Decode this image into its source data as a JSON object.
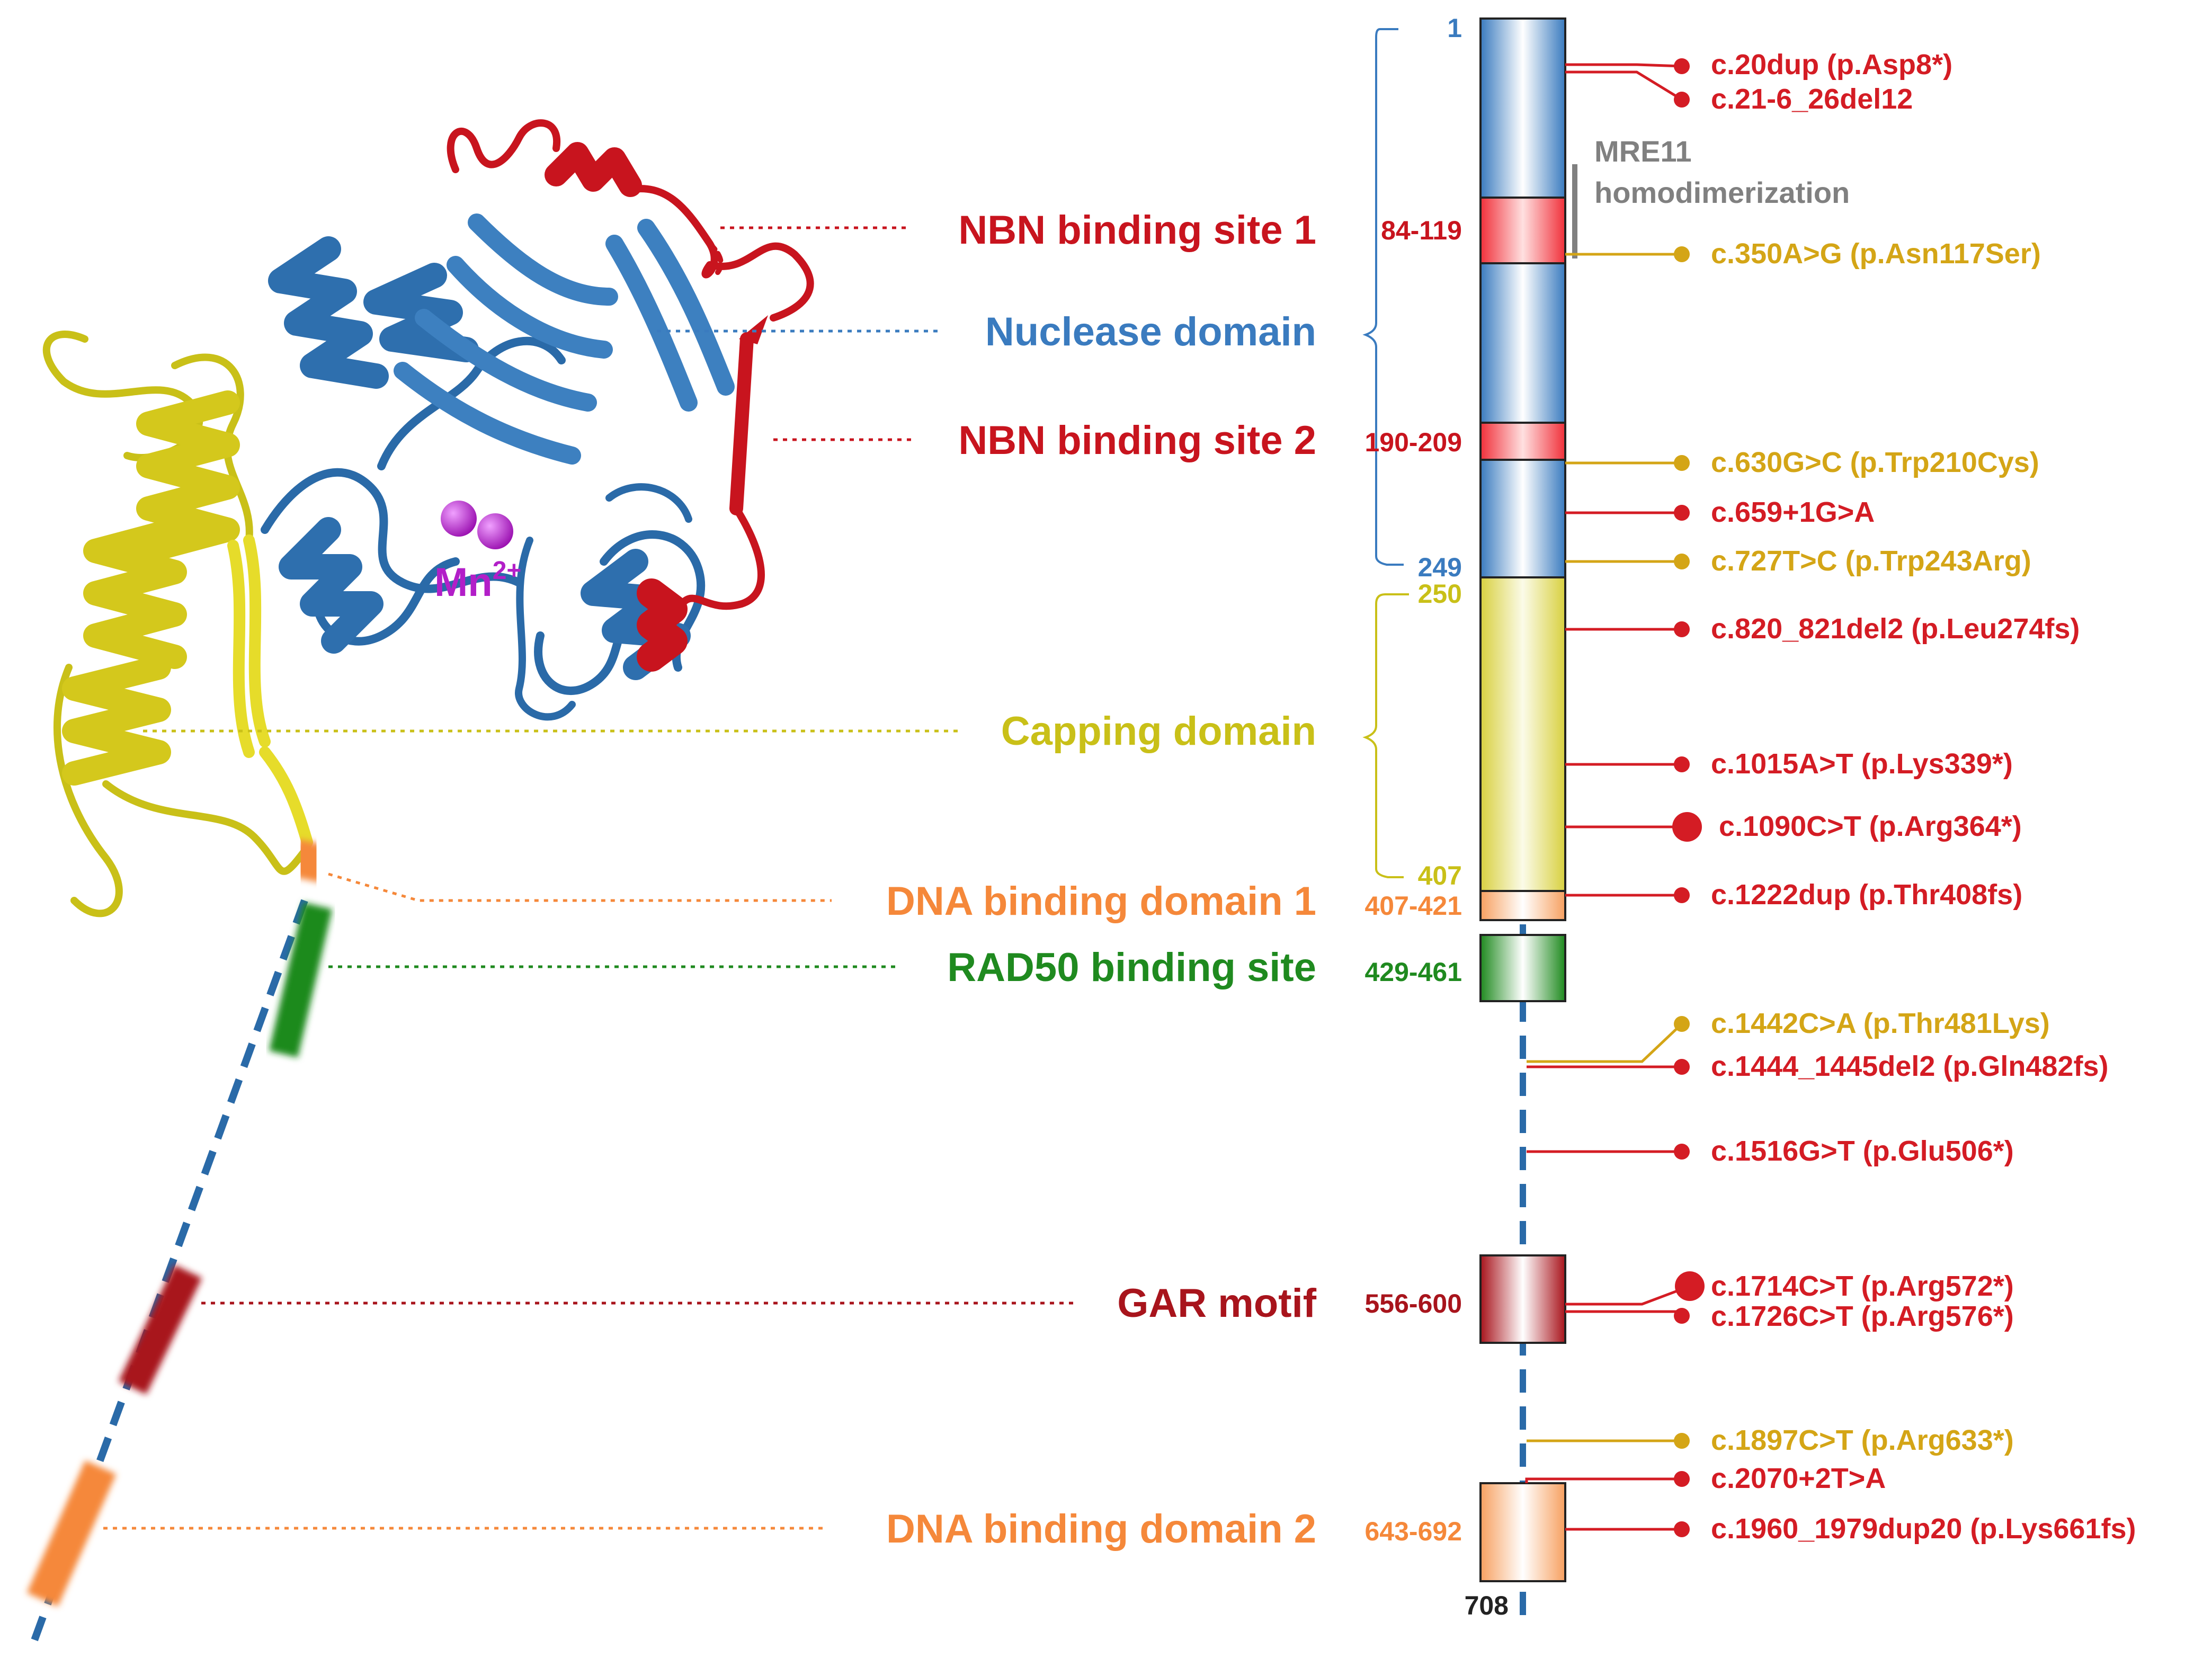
{
  "colors": {
    "nbn": "#c8141e",
    "nuclease": "#3a7bbf",
    "capping": "#c9c018",
    "dna_binding": "#f5883a",
    "rad50": "#1f8a1f",
    "gar": "#a8141c",
    "variant_red": "#d41c24",
    "variant_gold": "#d4a516",
    "mre11": "#808080",
    "manganese": "#b21fc8"
  },
  "structure": {
    "ion_label": "Mn",
    "ion_charge": "2+"
  },
  "domains": [
    {
      "id": "nbn1",
      "label": "NBN binding site 1",
      "range": "84-119"
    },
    {
      "id": "nuclease",
      "label": "Nuclease domain"
    },
    {
      "id": "nbn2",
      "label": "NBN binding site 2",
      "range": "190-209"
    },
    {
      "id": "capping",
      "label": "Capping domain"
    },
    {
      "id": "dna1",
      "label": "DNA binding domain 1",
      "range": "407-421"
    },
    {
      "id": "rad50",
      "label": "RAD50 binding site",
      "range": "429-461"
    },
    {
      "id": "gar",
      "label": "GAR motif",
      "range": "556-600"
    },
    {
      "id": "dna2",
      "label": "DNA binding domain 2",
      "range": "643-692"
    }
  ],
  "positions": {
    "nuc_start": "1",
    "nuc_end": "249",
    "cap_start": "250",
    "cap_end": "407",
    "protein_end": "708"
  },
  "mre11_dimer": {
    "line1": "MRE11",
    "line2": "homodimerization"
  },
  "variants": [
    {
      "label": "c.20dup (p.Asp8*)",
      "type": "red"
    },
    {
      "label": "c.21-6_26del12",
      "type": "red"
    },
    {
      "label": "c.350A>G (p.Asn117Ser)",
      "type": "gold"
    },
    {
      "label": "c.630G>C (p.Trp210Cys)",
      "type": "gold"
    },
    {
      "label": "c.659+1G>A",
      "type": "red"
    },
    {
      "label": "c.727T>C (p.Trp243Arg)",
      "type": "gold"
    },
    {
      "label": "c.820_821del2 (p.Leu274fs)",
      "type": "red"
    },
    {
      "label": "c.1015A>T (p.Lys339*)",
      "type": "red"
    },
    {
      "label": "c.1090C>T (p.Arg364*)",
      "type": "red"
    },
    {
      "label": "c.1222dup (p.Thr408fs)",
      "type": "red"
    },
    {
      "label": "c.1442C>A (p.Thr481Lys)",
      "type": "gold"
    },
    {
      "label": "c.1444_1445del2 (p.Gln482fs)",
      "type": "red"
    },
    {
      "label": "c.1516G>T (p.Glu506*)",
      "type": "red"
    },
    {
      "label": "c.1714C>T (p.Arg572*)",
      "type": "red"
    },
    {
      "label": "c.1726C>T (p.Arg576*)",
      "type": "red"
    },
    {
      "label": "c.1897C>T (p.Arg633*)",
      "type": "gold"
    },
    {
      "label": "c.2070+2T>A",
      "type": "red"
    },
    {
      "label": "c.1960_1979dup20 (p.Lys661fs)",
      "type": "red"
    }
  ]
}
